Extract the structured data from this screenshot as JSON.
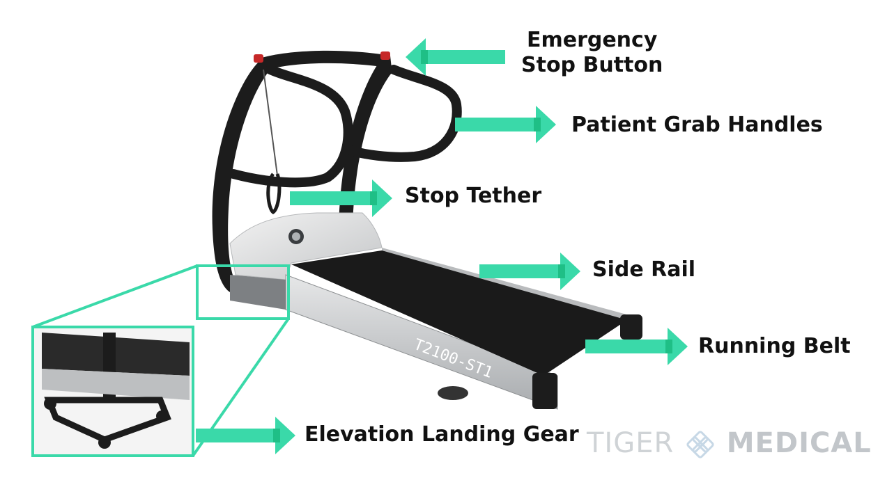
{
  "labels": {
    "emergency_stop_line1": "Emergency",
    "emergency_stop_line2": "Stop Button",
    "grab_handles": "Patient Grab Handles",
    "stop_tether": "Stop Tether",
    "side_rail": "Side Rail",
    "running_belt": "Running Belt",
    "landing_gear": "Elevation Landing Gear"
  },
  "model_text": "T2100-ST1",
  "watermark": {
    "part1": "TIGER",
    "part2": "MEDICAL",
    "logo_icon": "diamond-knot-icon"
  },
  "colors": {
    "arrow": "#3ad9a9",
    "arrow_dark": "#1fbf86",
    "frame": "#1c1c1c",
    "deck": "#c9cbcd",
    "belt": "#1a1a1a",
    "text": "#111111",
    "watermark": "#cfd3d6"
  }
}
